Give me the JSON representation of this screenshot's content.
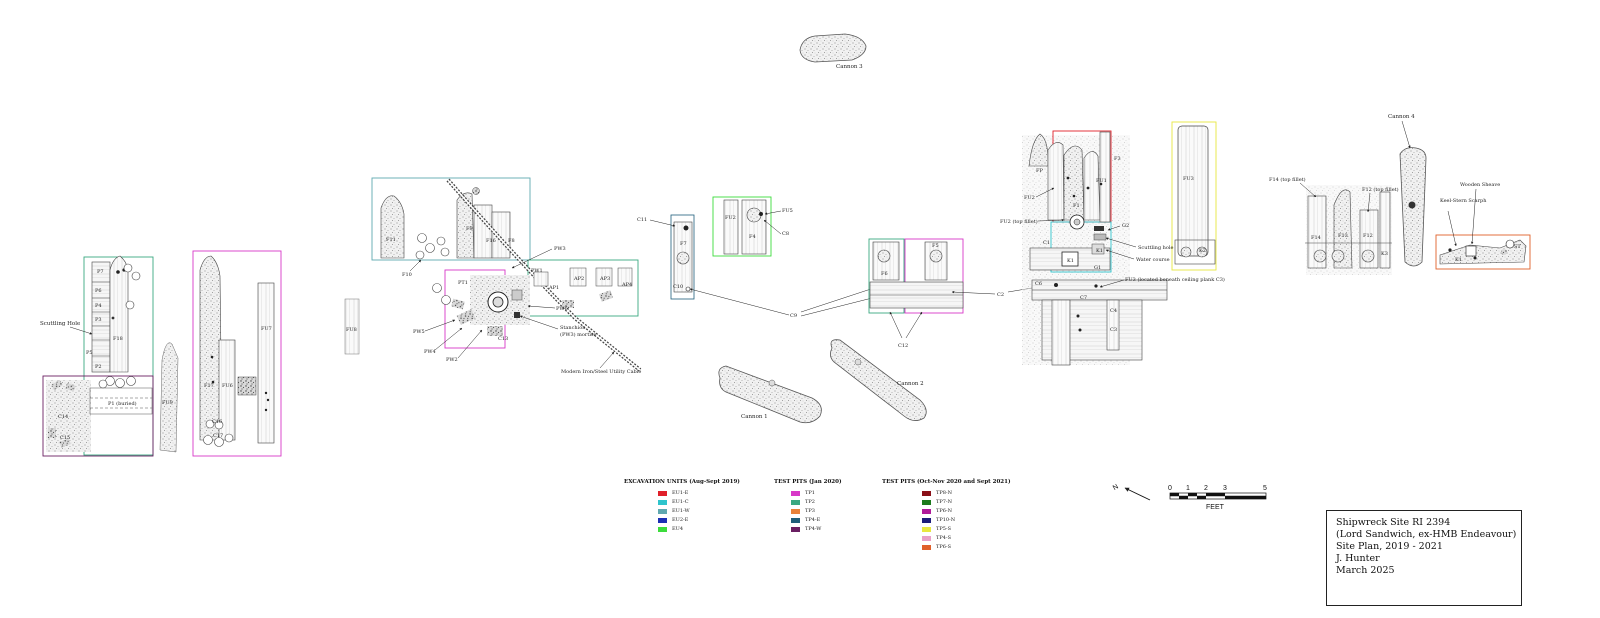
{
  "labels": {
    "cannon3": "Cannon 3",
    "cannon1": "Cannon 1",
    "cannon2": "Cannon 2",
    "cannon4": "Cannon 4",
    "scuttling_hole_left": "Scuttling Hole",
    "p7": "P7",
    "p6": "P6",
    "p4": "P4",
    "p3": "P3",
    "p5": "P5",
    "p2": "P2",
    "f18": "F18",
    "p1_buried": "P1 (buried)",
    "c14": "C14",
    "c15": "C15",
    "fu8": "FU8",
    "fu7": "FU7",
    "f17": "F17",
    "fu6": "FU6",
    "c16": "C16",
    "c17": "C17",
    "fu9": "FU9",
    "f11": "F11",
    "f9": "F9",
    "f16": "F16",
    "f8": "F8",
    "f10": "F10",
    "pt1": "PT1",
    "pw1": "PW1",
    "pw3": "PW3",
    "pw5": "PW5",
    "pw4": "PW4",
    "pw2": "PW2",
    "pw6": "PW6",
    "ap1": "AP1",
    "ap2": "AP2",
    "ap3": "AP3",
    "ap4": "AP4",
    "c13": "C13",
    "stanchion": "Stanchion",
    "stanchion_note": "(PW3) mortise",
    "cable": "Modern Iron/Steel Utility Cable",
    "c11": "C11",
    "f7": "F7",
    "c10": "C10",
    "fu2_mid": "FU2",
    "fu5": "FU5",
    "f4": "F4",
    "c8": "C8",
    "c9": "C9",
    "f6": "F6",
    "f5": "F5",
    "c12": "C12",
    "c2": "C2",
    "fp": "FP",
    "fu1": "FU1",
    "f3": "F3",
    "fu2_right": "FU2",
    "fu2_top_fillet": "FU2 (top fillet)",
    "c1": "C1",
    "f1": "F1",
    "g2": "G2",
    "scuttling_hole_right": "Scuttling hole",
    "water_course": "Water course",
    "k1": "K1",
    "g1": "G1",
    "c6": "C6",
    "c7": "C7",
    "c4": "C4",
    "c3": "C3",
    "fu3_note": "FU3 (located beneath ceiling plank C3)",
    "fu3": "FU3",
    "k2": "K2",
    "f14_top_fillet": "F14 (top fillet)",
    "f12_top_fillet": "F12 (top fillet)",
    "f14": "F14",
    "f13": "F13",
    "f12": "F12",
    "k3": "K3",
    "wooden_sheave": "Wooden Sheave",
    "keel_stern_scarph": "Keel-Stern Scarph",
    "st": "ST",
    "k1_right": "K1"
  },
  "legend": {
    "groups": [
      {
        "title": "EXCAVATION UNITS (Aug-Sept 2019)",
        "items": [
          {
            "label": "EU1-E",
            "color": "#e0202a"
          },
          {
            "label": "EU1-C",
            "color": "#2ec4cc"
          },
          {
            "label": "EU1-W",
            "color": "#5fa8b0"
          },
          {
            "label": "EU2-E",
            "color": "#1c2fb5"
          },
          {
            "label": "EU4",
            "color": "#3cdc3c"
          }
        ]
      },
      {
        "title": "TEST PITS (Jan 2020)",
        "items": [
          {
            "label": "TP1",
            "color": "#d838c8"
          },
          {
            "label": "TP2",
            "color": "#3aa880"
          },
          {
            "label": "TP3",
            "color": "#e8823a"
          },
          {
            "label": "TP4-E",
            "color": "#1f5e7a"
          },
          {
            "label": "TP4-W",
            "color": "#6a1f62"
          }
        ]
      },
      {
        "title": "TEST PITS (Oct-Nov 2020 and Sept 2021)",
        "items": [
          {
            "label": "TP8-N",
            "color": "#8a1018"
          },
          {
            "label": "TP7-N",
            "color": "#1c7a1c"
          },
          {
            "label": "TP6-N",
            "color": "#b01a9a"
          },
          {
            "label": "TP10-N",
            "color": "#1c1c7a"
          },
          {
            "label": "TP5-S",
            "color": "#e8e840"
          },
          {
            "label": "TP4-S",
            "color": "#e8a0c8"
          },
          {
            "label": "TP6-S",
            "color": "#e0602a"
          }
        ]
      }
    ]
  },
  "north_label": "N",
  "scale": {
    "label": "FEET",
    "ticks": [
      "0",
      "1",
      "2",
      "3",
      "5"
    ]
  },
  "title_block": {
    "line1": "Shipwreck Site RI 2394",
    "line2": "(Lord Sandwich, ex-HMB Endeavour)",
    "line3": "Site Plan, 2019 - 2021",
    "line4": "J. Hunter",
    "line5": "March 2025"
  },
  "colors": {
    "eu1e": "#e0202a",
    "eu1c": "#2ec4cc",
    "eu1w": "#5fa8b0",
    "eu2e": "#1c2fb5",
    "eu4": "#3cdc3c",
    "tp1": "#d838c8",
    "tp2": "#3aa880",
    "tp3": "#e8823a",
    "tp4e": "#1f5e7a",
    "tp4w": "#6a1f62",
    "tp5s": "#e8e840",
    "tp6s": "#e0602a",
    "tp4s": "#e8a0c8"
  }
}
